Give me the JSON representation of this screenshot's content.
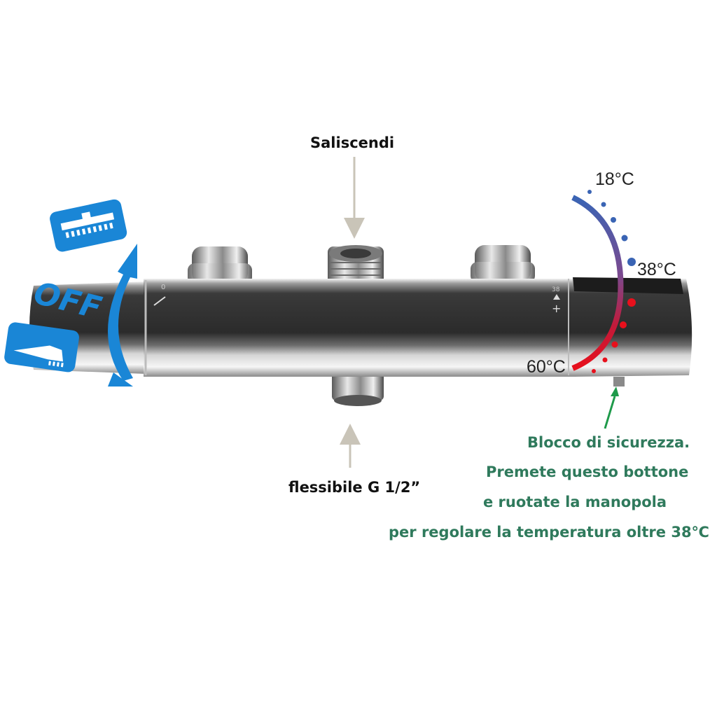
{
  "labels": {
    "top_outlet": "Saliscendi",
    "bottom_outlet": "flessibile G 1/2”",
    "safety_lines": [
      "Blocco di sicurezza.",
      "Premete questo bottone",
      "e ruotate la manopola",
      "per regolare la temperatura oltre 38℃"
    ]
  },
  "left_knob": {
    "off_text": "OFF",
    "top_icon": "shower-head-icon",
    "bottom_icon": "hand-shower-icon",
    "icon_color": "#1a86d6"
  },
  "temperature_scale": {
    "low": "18°C",
    "mid": "38°C",
    "high": "60°C",
    "cold_color": "#3a64b4",
    "hot_color": "#e8101c"
  },
  "colors": {
    "label_dark": "#111111",
    "label_green": "#2f7a5c",
    "arrow_gray": "#c9c4b8",
    "arrow_green": "#1e9a4a"
  }
}
